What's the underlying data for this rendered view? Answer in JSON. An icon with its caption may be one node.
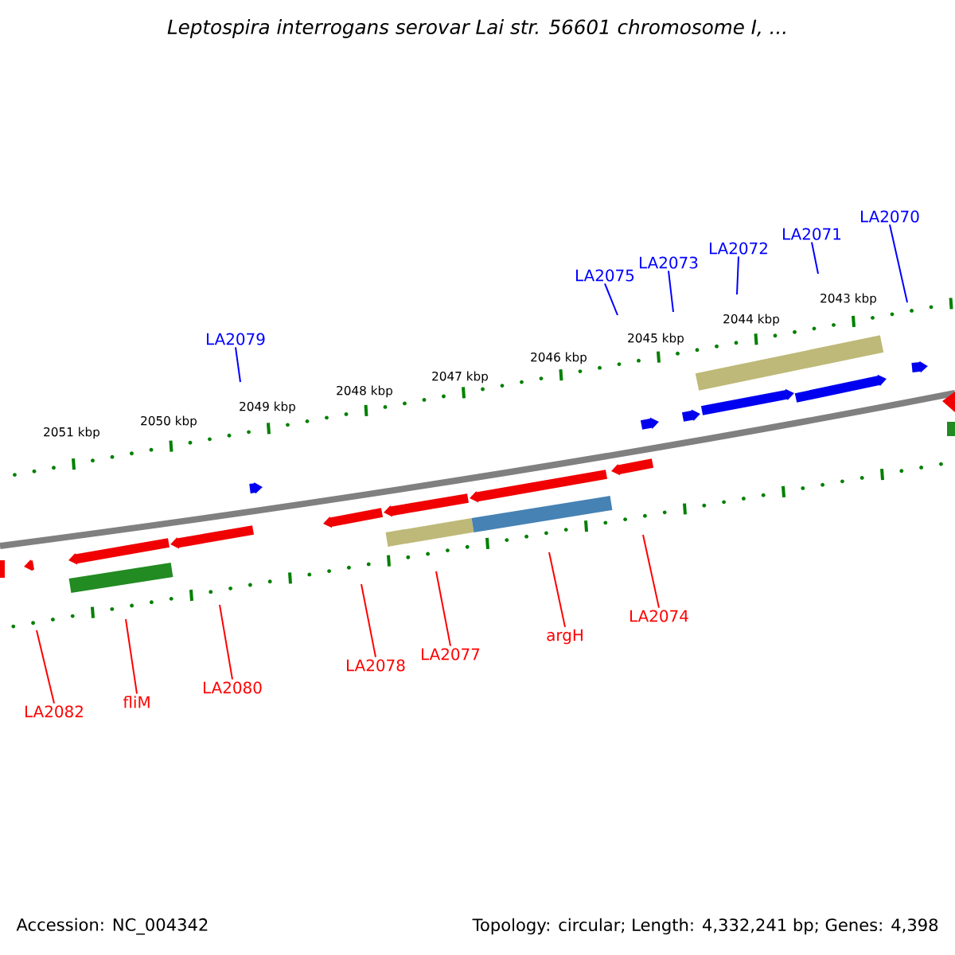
{
  "diagram": {
    "title": "Leptospira interrogans serovar Lai str. 56601 chromosome I, ...",
    "nodes": [
      {
        "text": [
          "LA2079"
        ]
      },
      {
        "text": [
          "LA2075"
        ]
      },
      {
        "text": [
          "LA2073"
        ]
      },
      {
        "text": [
          "LA2072"
        ]
      },
      {
        "text": [
          "LA2071"
        ]
      },
      {
        "text": [
          "LA2070"
        ]
      },
      {
        "text": [
          "LA2082"
        ]
      },
      {
        "text": [
          "fliM"
        ]
      },
      {
        "text": [
          "LA2080"
        ]
      },
      {
        "text": [
          "LA2078"
        ]
      },
      {
        "text": [
          "LA2077"
        ]
      },
      {
        "text": [
          "argH"
        ]
      },
      {
        "text": [
          "LA2074"
        ]
      }
    ],
    "edges": [
      {
        "from": 0,
        "to": null,
        "arrow": "none",
        "color": "#0000ff"
      },
      {
        "from": 1,
        "to": null,
        "arrow": "none",
        "color": "#0000ff"
      },
      {
        "from": 2,
        "to": null,
        "arrow": "none",
        "color": "#0000ff"
      },
      {
        "from": 3,
        "to": null,
        "arrow": "none",
        "color": "#0000ff"
      },
      {
        "from": 4,
        "to": null,
        "arrow": "none",
        "color": "#0000ff"
      },
      {
        "from": 5,
        "to": null,
        "arrow": "none",
        "color": "#0000ff"
      },
      {
        "from": 6,
        "to": null,
        "arrow": "none"
      },
      {
        "from": 7,
        "to": null,
        "arrow": "none"
      },
      {
        "from": 8,
        "to": null,
        "arrow": "none"
      },
      {
        "from": 9,
        "to": null,
        "arrow": "none"
      },
      {
        "from": 10,
        "to": null,
        "arrow": "none"
      },
      {
        "from": 11,
        "to": null,
        "arrow": "none"
      },
      {
        "from": 12,
        "to": null,
        "arrow": "none"
      }
    ],
    "labels": [
      "2051 kbp",
      "2050 kbp",
      "2049 kbp",
      "2048 kbp",
      "2047 kbp",
      "2046 kbp",
      "2045 kbp",
      "2044 kbp",
      "2043 kbp",
      "Accession: NC_004342",
      "Topology: circular; Length: 4,332,241 bp; Genes: 4,398"
    ]
  }
}
